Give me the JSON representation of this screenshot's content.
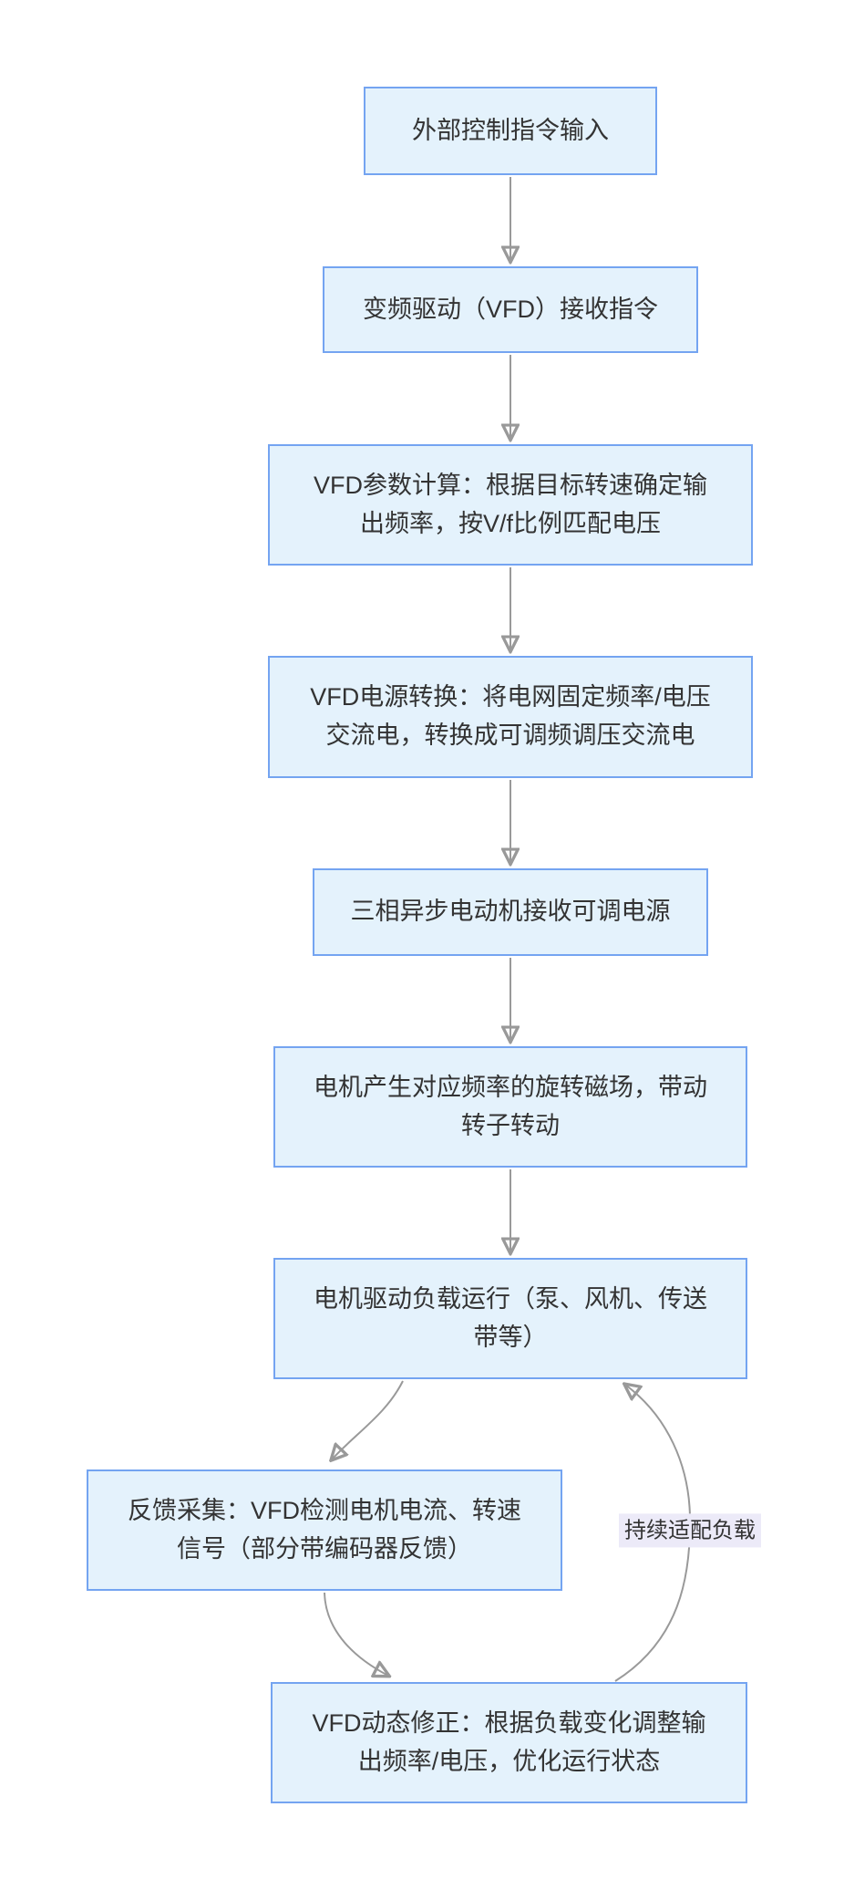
{
  "diagram": {
    "type": "flowchart",
    "direction": "top-down",
    "colors": {
      "background": "#ffffff",
      "node_fill": "#E4F2FC",
      "node_border": "#74A4F1",
      "edge_line": "#999999",
      "arrowhead": "#999999",
      "edge_label_bg": "#ECEAF8",
      "text": "#333333"
    },
    "nodes": [
      {
        "id": "A",
        "label": "外部控制指令输入"
      },
      {
        "id": "B",
        "label": "变频驱动（VFD）接收指令"
      },
      {
        "id": "C",
        "label": "VFD参数计算：根据目标转速确定输\n出频率，按V/f比例匹配电压"
      },
      {
        "id": "D",
        "label": "VFD电源转换：将电网固定频率/电压\n交流电，转换成可调频调压交流电"
      },
      {
        "id": "E",
        "label": "三相异步电动机接收可调电源"
      },
      {
        "id": "F",
        "label": "电机产生对应频率的旋转磁场，带动\n转子转动"
      },
      {
        "id": "G",
        "label": "电机驱动负载运行（泵、风机、传送\n带等）"
      },
      {
        "id": "H",
        "label": "反馈采集：VFD检测电机电流、转速\n信号（部分带编码器反馈）"
      },
      {
        "id": "I",
        "label": "VFD动态修正：根据负载变化调整输\n出频率/电压，优化运行状态"
      }
    ],
    "edges": [
      {
        "from": "A",
        "to": "B",
        "label": ""
      },
      {
        "from": "B",
        "to": "C",
        "label": ""
      },
      {
        "from": "C",
        "to": "D",
        "label": ""
      },
      {
        "from": "D",
        "to": "E",
        "label": ""
      },
      {
        "from": "E",
        "to": "F",
        "label": ""
      },
      {
        "from": "F",
        "to": "G",
        "label": ""
      },
      {
        "from": "G",
        "to": "H",
        "label": ""
      },
      {
        "from": "H",
        "to": "I",
        "label": ""
      },
      {
        "from": "I",
        "to": "G",
        "label": "持续适配负载"
      }
    ]
  }
}
